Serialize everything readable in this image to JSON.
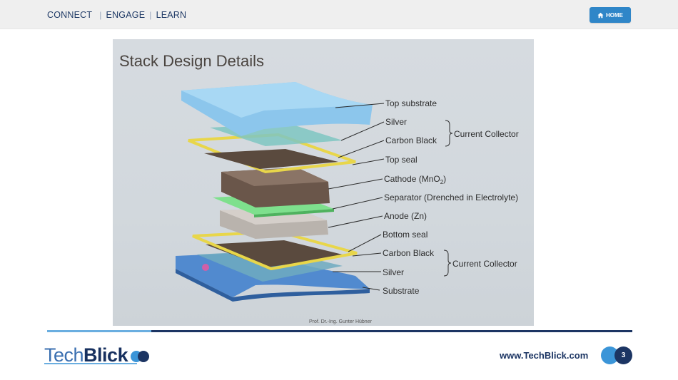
{
  "nav": {
    "items": [
      "CONNECT",
      "ENGAGE",
      "LEARN"
    ],
    "separator": "|"
  },
  "home_button": {
    "label": "HOME",
    "icon": "house-icon",
    "color": "#2f86c8"
  },
  "slide": {
    "title": "Stack Design Details",
    "labels": [
      "Top substrate",
      "Silver",
      "Carbon Black",
      "Top seal",
      "Cathode (MnO",
      "Separator (Drenched in Electrolyte)",
      "Anode (Zn)",
      "Bottom seal",
      "Carbon Black",
      "Silver",
      "Substrate"
    ],
    "cathode_subscript": "2",
    "cathode_close": ")",
    "bracket_labels": [
      "Current Collector",
      "Current Collector"
    ],
    "credit": "Prof. Dr.-Ing. Gunter Hübner"
  },
  "footer": {
    "logo_light": "Tech",
    "logo_bold": "Blick",
    "website": "www.TechBlick.com",
    "page_number": "3",
    "colors": {
      "navy": "#1c3563",
      "light_blue": "#3b95d8"
    }
  }
}
